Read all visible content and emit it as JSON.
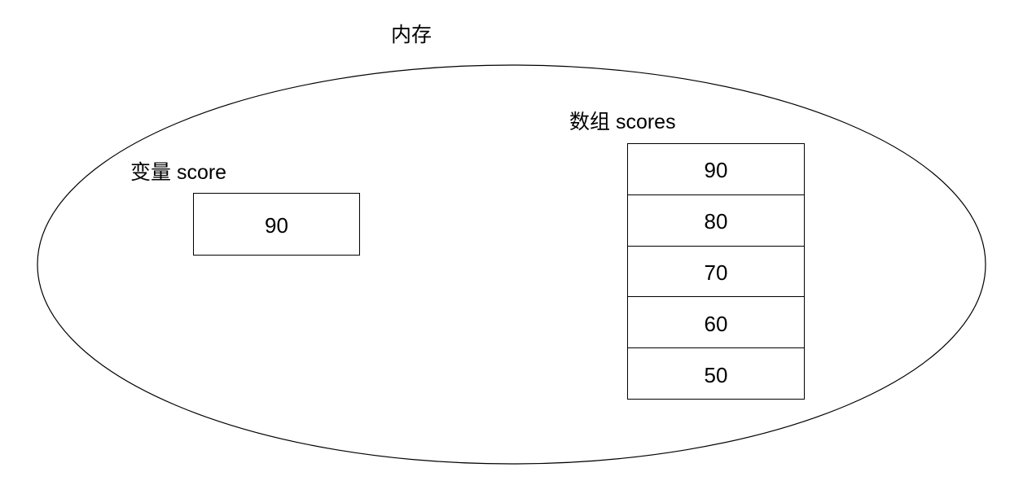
{
  "diagram": {
    "title": "内存",
    "container_shape": "ellipse",
    "stroke_color": "#000000",
    "background_color": "#ffffff",
    "text_color": "#000000"
  },
  "variable": {
    "label": "变量 score",
    "value": "90"
  },
  "array": {
    "label": "数组 scores",
    "cells": [
      {
        "value": "90"
      },
      {
        "value": "80"
      },
      {
        "value": "70"
      },
      {
        "value": "60"
      },
      {
        "value": "50"
      }
    ]
  }
}
